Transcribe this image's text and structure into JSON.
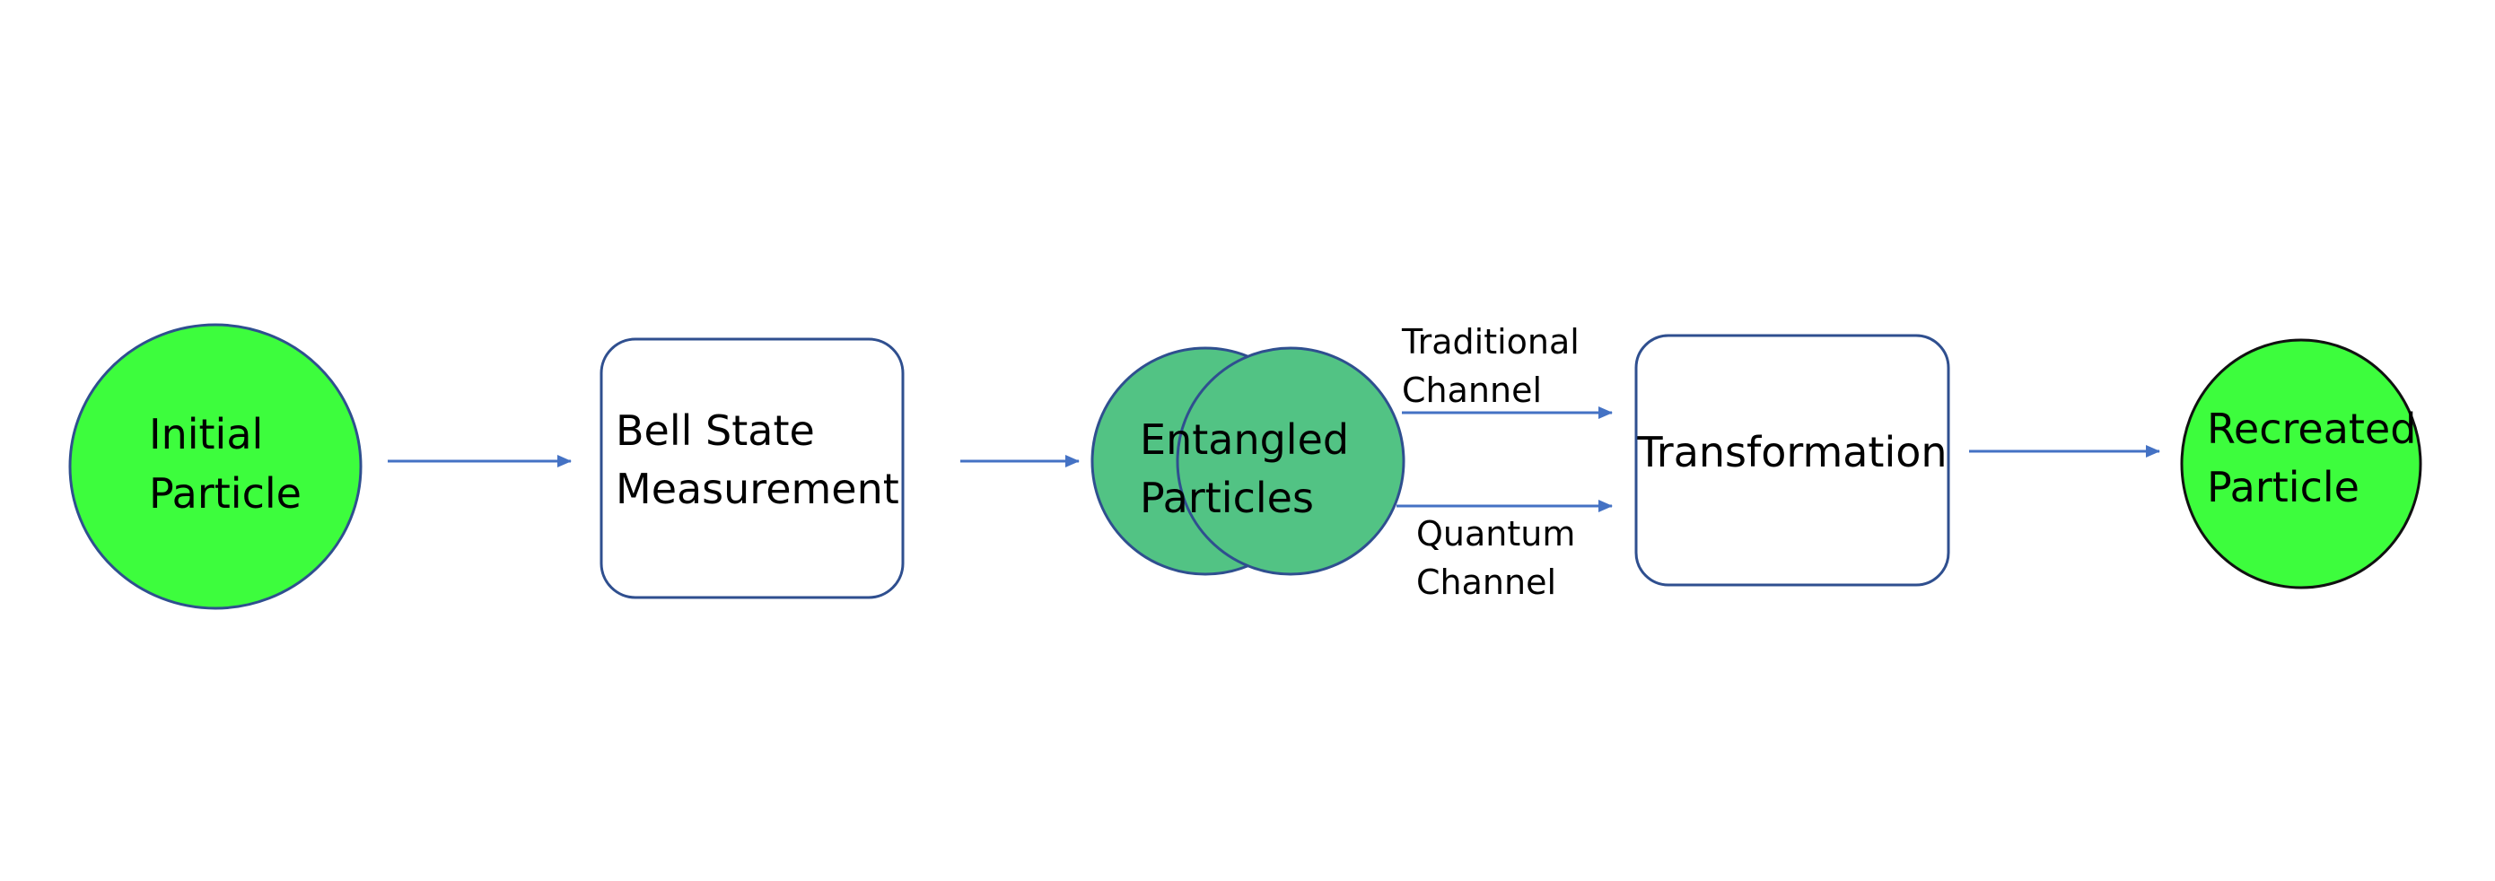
{
  "colors": {
    "bright_green": "#3dfd3d",
    "teal_green": "#52c384",
    "stroke_blue": "#2f4f8f",
    "arrow_blue": "#4472c4",
    "stroke_black": "#111111",
    "box_fill": "#ffffff"
  },
  "nodes": {
    "initial_particle": {
      "line1": "Initial",
      "line2": "Particle"
    },
    "bell_state": {
      "line1": "Bell State",
      "line2": "Measurement"
    },
    "entangled": {
      "line1": "Entangled",
      "line2": "Particles"
    },
    "transformation": {
      "label": "Transformation"
    },
    "recreated_particle": {
      "line1": "Recreated",
      "line2": "Particle"
    }
  },
  "edges": {
    "traditional_channel": {
      "line1": "Traditional",
      "line2": "Channel"
    },
    "quantum_channel": {
      "line1": "Quantum",
      "line2": "Channel"
    }
  }
}
